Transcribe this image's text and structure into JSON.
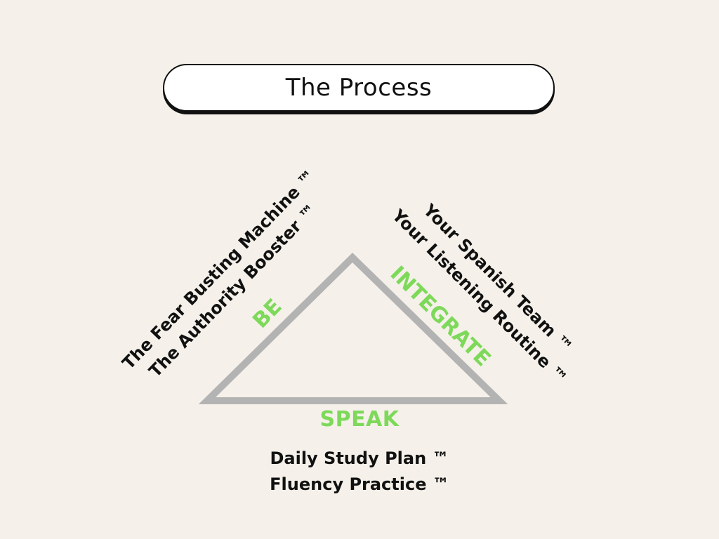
{
  "header": {
    "title": "The Process"
  },
  "diagram": {
    "left_label": "BE",
    "right_label": "INTEGRATE",
    "bottom_label": "SPEAK",
    "left_items": [
      "The Fear Busting Machine ™",
      "The Authority Booster ™"
    ],
    "right_items": [
      "Your Spanish Team ™",
      "Your Listening Routine ™"
    ],
    "bottom_items": [
      "Daily Study Plan ™",
      "Fluency Practice ™"
    ]
  },
  "colors": {
    "background": "#f5f1ea",
    "accent_green": "#7ed95a",
    "triangle_stroke": "#b3b3b3",
    "text": "#111111"
  }
}
